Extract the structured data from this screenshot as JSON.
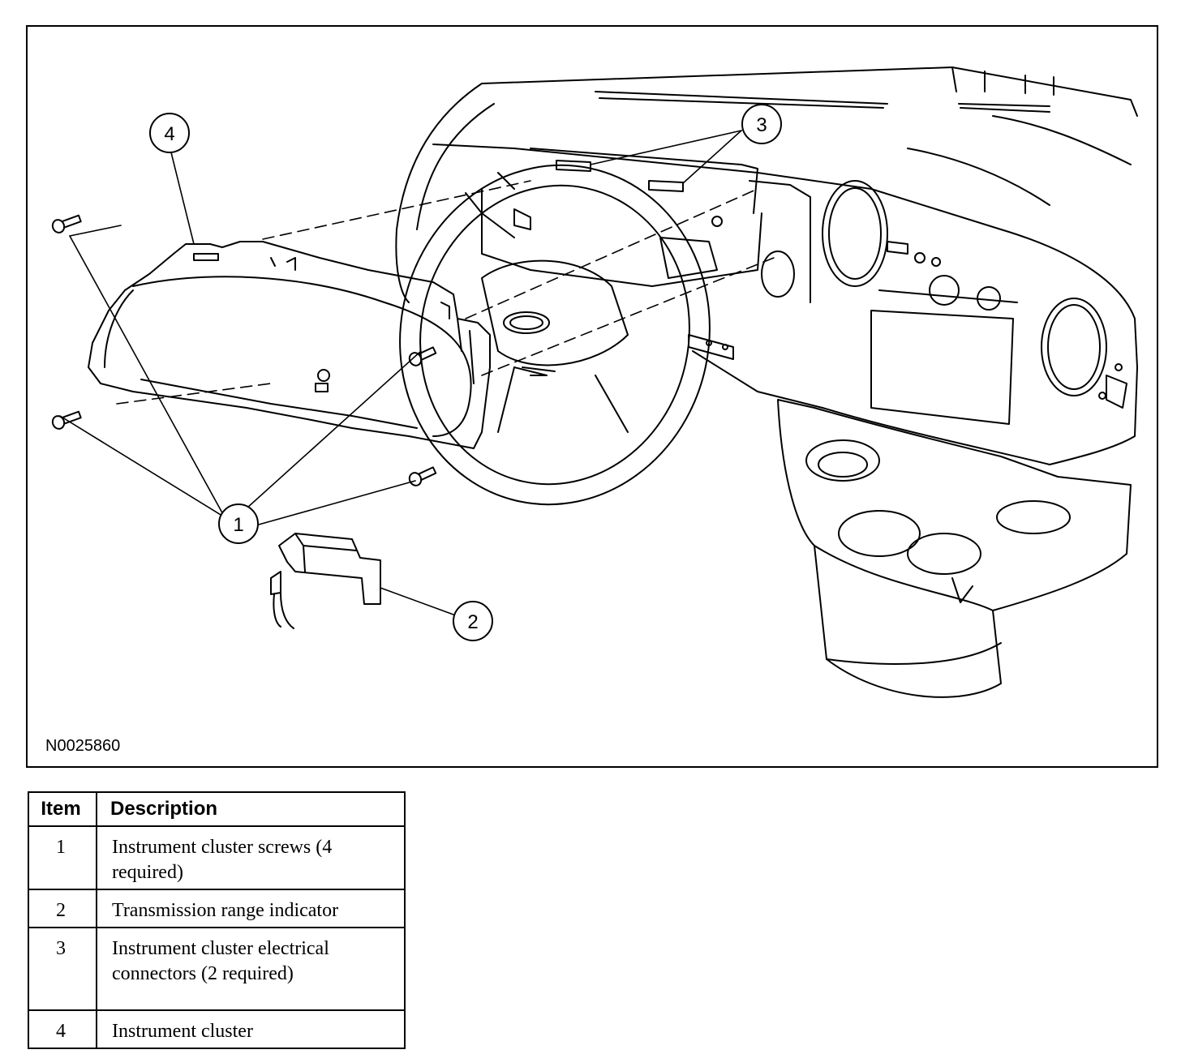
{
  "figure_id": "N0025860",
  "callouts": [
    "1",
    "2",
    "3",
    "4"
  ],
  "legend": {
    "headers": {
      "item": "Item",
      "description": "Description"
    },
    "rows": [
      {
        "item": "1",
        "description": "Instrument cluster screws (4 required)"
      },
      {
        "item": "2",
        "description": "Transmission range indicator"
      },
      {
        "item": "3",
        "description": "Instrument cluster electrical connectors (2 required)"
      },
      {
        "item": "4",
        "description": "Instrument cluster"
      }
    ]
  }
}
